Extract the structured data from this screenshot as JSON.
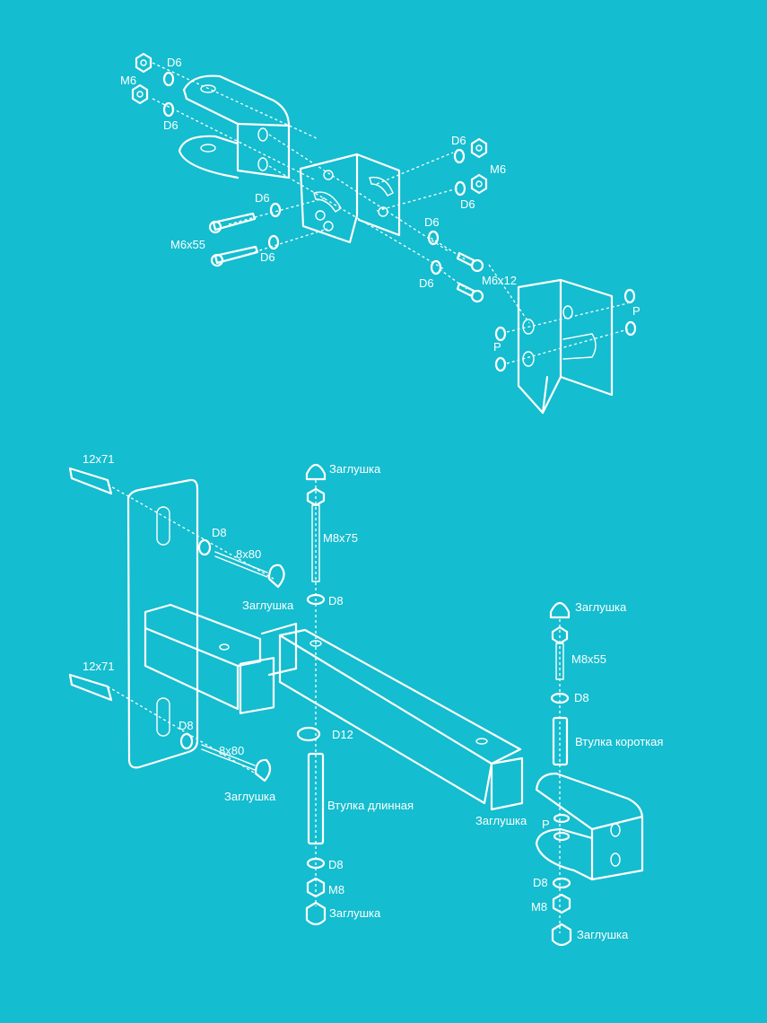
{
  "colors": {
    "background": "#14bdcf",
    "line": "#ffffff"
  },
  "top_assembly": {
    "labels": {
      "d6_a": "D6",
      "m6_a": "M6",
      "d6_b": "D6",
      "d6_c": "D6",
      "m6_b": "M6",
      "d6_d": "D6",
      "d6_e": "D6",
      "m6x55": "M6x55",
      "d6_f": "D6",
      "d6_g": "D6",
      "d6_h": "D6",
      "m6x12": "M6x12",
      "p_a": "P",
      "p_b": "P"
    }
  },
  "bottom_assembly": {
    "labels": {
      "dowel_top": "12x71",
      "dowel_bottom": "12x71",
      "d8_wall_top": "D8",
      "screw_top": "8x80",
      "cap_screw_top": "Заглушка",
      "d8_wall_bottom": "D8",
      "screw_bottom": "8x80",
      "cap_screw_bottom": "Заглушка",
      "cap_bolt_top": "Заглушка",
      "bolt_m8x75": "M8x75",
      "d8_bolt_top": "D8",
      "d12": "D12",
      "sleeve_long": "Втулка длинная",
      "d8_long_bottom": "D8",
      "nut_m8_left": "M8",
      "cap_nut_left": "Заглушка",
      "cap_arm_end": "Заглушка",
      "cap_bolt_right": "Заглушка",
      "bolt_m8x55": "M8x55",
      "d8_right_top": "D8",
      "sleeve_short": "Втулка короткая",
      "p_right": "P",
      "d8_right_bottom": "D8",
      "nut_m8_right": "M8",
      "cap_nut_right": "Заглушка"
    }
  }
}
